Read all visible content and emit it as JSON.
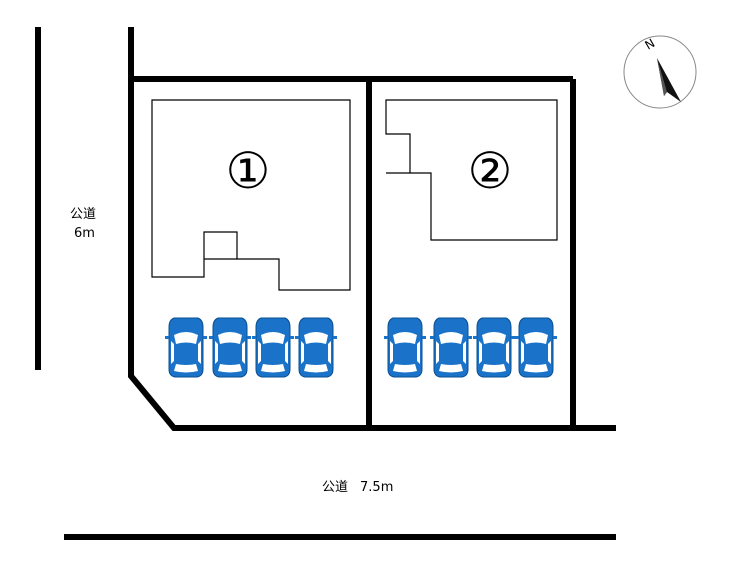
{
  "roads": {
    "left": {
      "name": "公道",
      "width": "6m"
    },
    "bottom": {
      "name": "公道",
      "width": "7.5m"
    }
  },
  "lots": [
    {
      "number": "①",
      "parking_spaces": 4
    },
    {
      "number": "②",
      "parking_spaces": 4
    }
  ],
  "compass": {
    "label": "N",
    "icon": "north-arrow-icon"
  },
  "colors": {
    "car_body": "#1a73c8",
    "car_glass": "#ffffff",
    "lines": "#000000"
  }
}
